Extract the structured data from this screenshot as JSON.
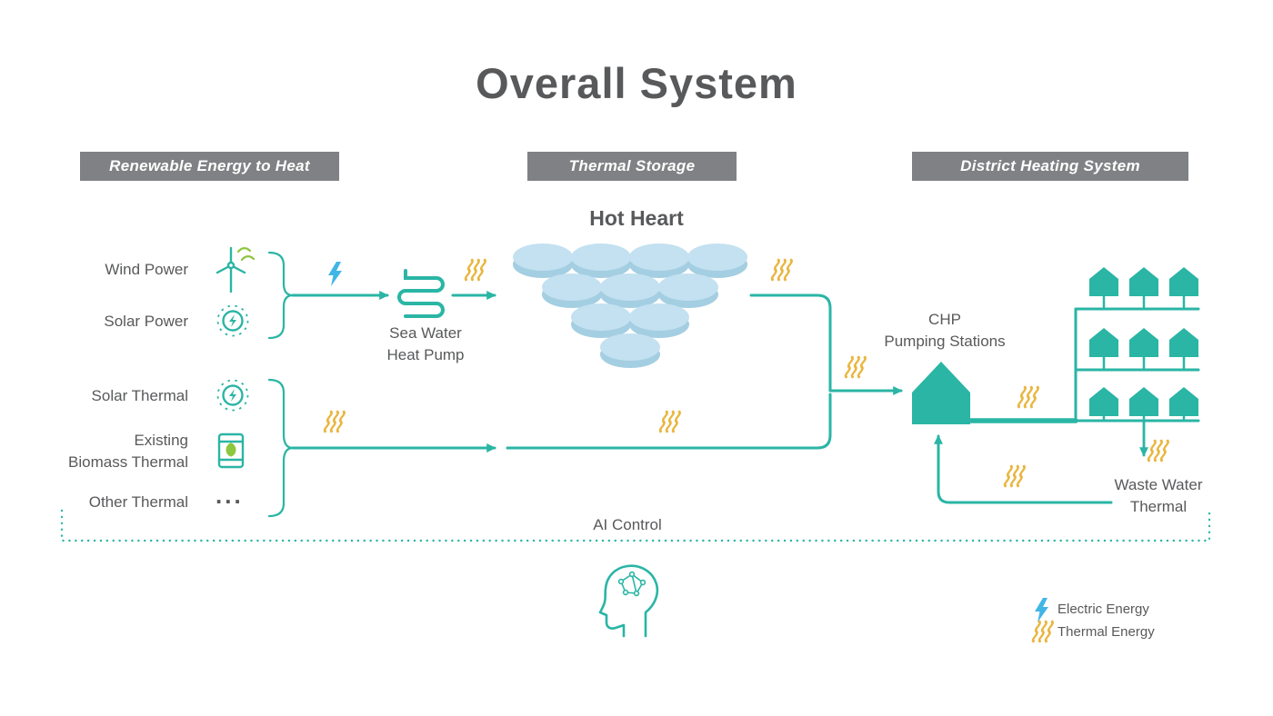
{
  "title": "Overall System",
  "sections": {
    "renewable": {
      "label": "Renewable Energy to Heat"
    },
    "storage": {
      "label": "Thermal Storage"
    },
    "district": {
      "label": "District Heating System"
    }
  },
  "renewable": {
    "electric_sources": {
      "wind": "Wind Power",
      "solar": "Solar Power"
    },
    "thermal_sources": {
      "solar_thermal": "Solar Thermal",
      "biomass_line1": "Existing",
      "biomass_line2": "Biomass Thermal",
      "other": "Other Thermal",
      "other_dots": "..."
    },
    "heat_pump": {
      "line1": "Sea Water",
      "line2": "Heat Pump"
    }
  },
  "storage": {
    "hot_heart_label": "Hot Heart",
    "tank_rows": [
      4,
      3,
      2,
      1
    ]
  },
  "district": {
    "chp_line1": "CHP",
    "chp_line2": "Pumping Stations",
    "houses": {
      "rows": 3,
      "cols": 3
    },
    "waste_line1": "Waste Water",
    "waste_line2": "Thermal"
  },
  "ai_control": {
    "label": "AI Control"
  },
  "legend": {
    "electric_label": "Electric Energy",
    "thermal_label": "Thermal Energy"
  },
  "icons": {
    "wind_turbine": "wind-turbine-icon",
    "solar": "sun-lightning-icon",
    "biomass": "biomass-barrel-leaf-icon",
    "heat_pump": "heat-pump-coil-icon",
    "electric": "lightning-bolt-icon",
    "thermal": "thermal-waves-icon",
    "chp": "chp-building-icon",
    "house": "house-icon",
    "storage_tank": "storage-tank-icon",
    "ai": "ai-brain-head-icon",
    "other_sources": "ellipsis-icon"
  },
  "colors": {
    "teal": "#2ab5a5",
    "electric_blue": "#41b6e6",
    "thermal_yellow": "#e9b63f",
    "header_gray": "#808184",
    "text_gray": "#58595b",
    "tank_top": "#c3e1f0",
    "tank_side": "#a4cee2",
    "wind_green": "#8dc63f"
  }
}
